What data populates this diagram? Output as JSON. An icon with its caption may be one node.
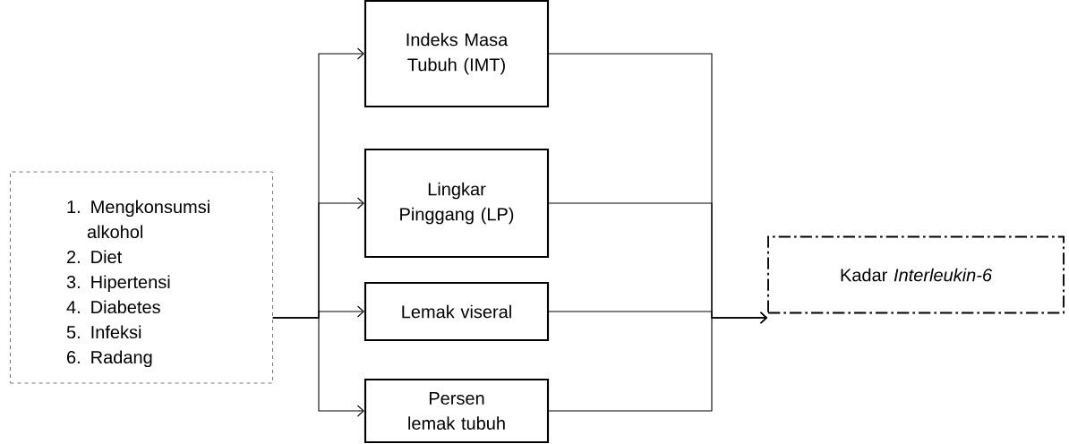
{
  "diagram": {
    "nodes": [
      {
        "text": [
          "1. Mengkonsumsi alkohol",
          "2. Diet",
          "3. Hipertensi",
          "4. Diabetes",
          "5. Infeksi",
          "6. Radang"
        ]
      },
      {
        "text": [
          "Indeks Masa Tubuh (IMT)"
        ]
      },
      {
        "text": [
          "Lingkar Pinggang (LP)"
        ]
      },
      {
        "text": [
          "Lemak viseral"
        ]
      },
      {
        "text": [
          "Persen lemak tubuh"
        ]
      },
      {
        "text": [
          "Kadar *Interleukin-6*"
        ]
      }
    ],
    "edges": [
      {
        "from": 0,
        "to": 1,
        "arrow": "to"
      },
      {
        "from": 0,
        "to": 2,
        "arrow": "to"
      },
      {
        "from": 0,
        "to": 3,
        "arrow": "to"
      },
      {
        "from": 0,
        "to": 4,
        "arrow": "to"
      },
      {
        "from": 1,
        "to": 5,
        "arrow": "to"
      },
      {
        "from": 2,
        "to": 5,
        "arrow": "to"
      },
      {
        "from": 3,
        "to": 5,
        "arrow": "to"
      },
      {
        "from": 4,
        "to": 5,
        "arrow": "to"
      }
    ]
  }
}
